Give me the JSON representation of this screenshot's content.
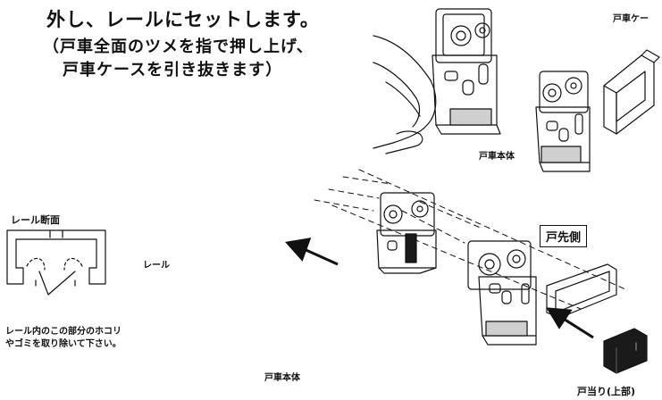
{
  "instructions": {
    "line1": "外し、レールにセットします。",
    "line2": "（戸車全面のツメを指で押し上げ、",
    "line3": "戸車ケースを引き抜きます）"
  },
  "labels": {
    "roller_case": "戸車ケー",
    "roller_body_top": "戸車本体",
    "rail_section": "レール断面",
    "rail": "レール",
    "door_front": "戸先側",
    "cleaning_note_1": "レール内のこの部分のホコリ",
    "cleaning_note_2": "やゴミを取り除いて下さい。",
    "roller_body_bottom": "戸車本体",
    "door_stop": "戸当り(上部)"
  },
  "colors": {
    "ink": "#111111",
    "paper": "#ffffff",
    "grey_fill": "#cfcfcf",
    "dark_fill": "#1a1a1a"
  }
}
